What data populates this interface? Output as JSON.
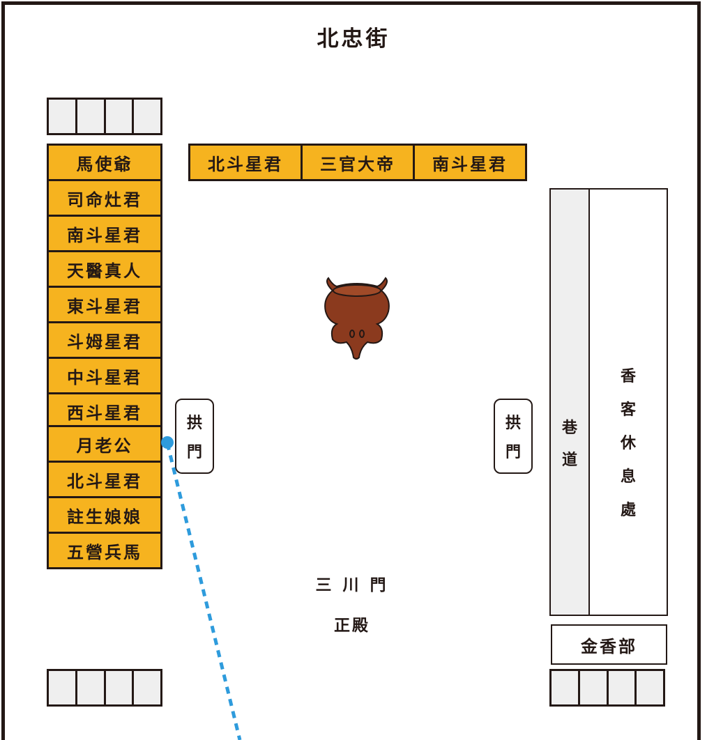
{
  "street": "北忠街",
  "top_deities": [
    "北斗星君",
    "三官大帝",
    "南斗星君"
  ],
  "left_deities": [
    "馬使爺",
    "司命灶君",
    "南斗星君",
    "天醫真人",
    "東斗星君",
    "斗姆星君",
    "中斗星君",
    "西斗星君",
    "月老公",
    "北斗星君",
    "註生娘娘",
    "五營兵馬"
  ],
  "arch_gate": "拱門",
  "alley": "巷道",
  "rest_area": "香客休息處",
  "incense_dept": "金香部",
  "three_river_gate": "三 川 門",
  "main_hall": "正殿",
  "colors": {
    "deity_fill": "#f6b31f",
    "outline": "#231815",
    "route": "#2e9bdc",
    "censer": "#8b3a1e"
  },
  "icons": [
    "incense-burner-icon",
    "route-start-dot"
  ]
}
